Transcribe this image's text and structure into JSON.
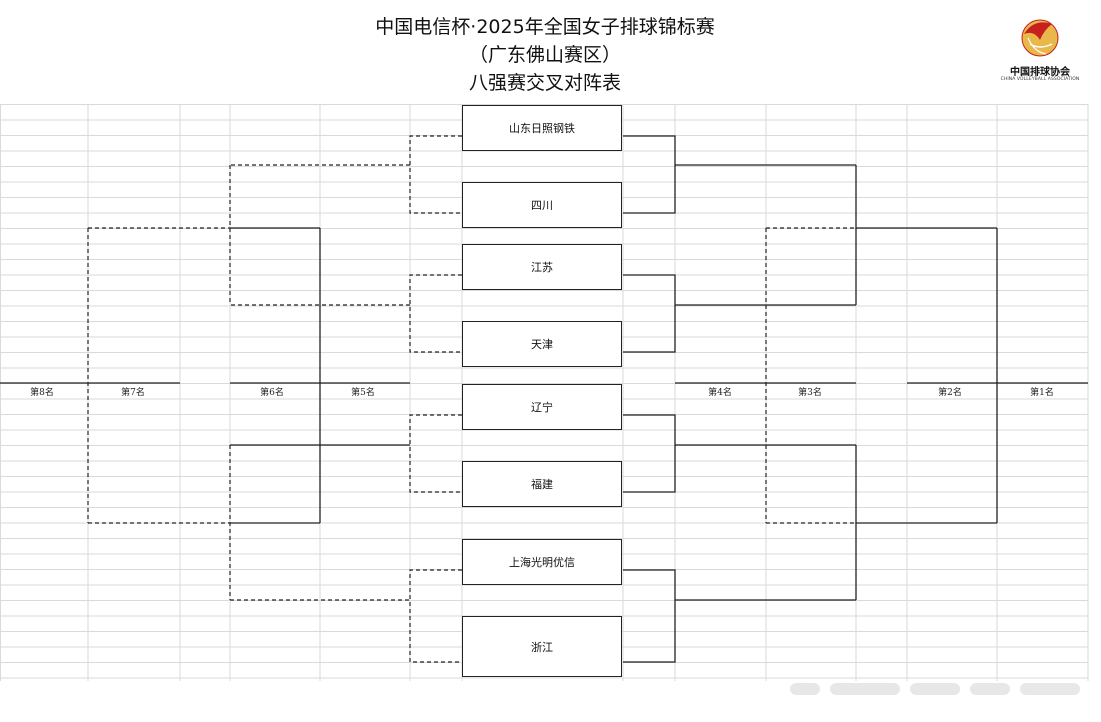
{
  "header": {
    "title_line1": "中国电信杯·2025年全国女子排球锦标赛",
    "title_line2": "（广东佛山赛区）",
    "title_line3": "八强赛交叉对阵表"
  },
  "logo": {
    "name": "中国排球协会",
    "english": "CHINA VOLLEYBALL ASSOCIATION",
    "icon": "volleyball-logo-icon"
  },
  "teams": [
    "山东日照钢铁",
    "四川",
    "江苏",
    "天津",
    "辽宁",
    "福建",
    "上海光明优信",
    "浙江"
  ],
  "placements": [
    "第8名",
    "第7名",
    "第6名",
    "第5名",
    "第4名",
    "第3名",
    "第2名",
    "第1名"
  ],
  "colors": {
    "line": "#222222",
    "grid": "#dadada",
    "logo_gold": "#e8b84a",
    "logo_red": "#c8201e"
  }
}
